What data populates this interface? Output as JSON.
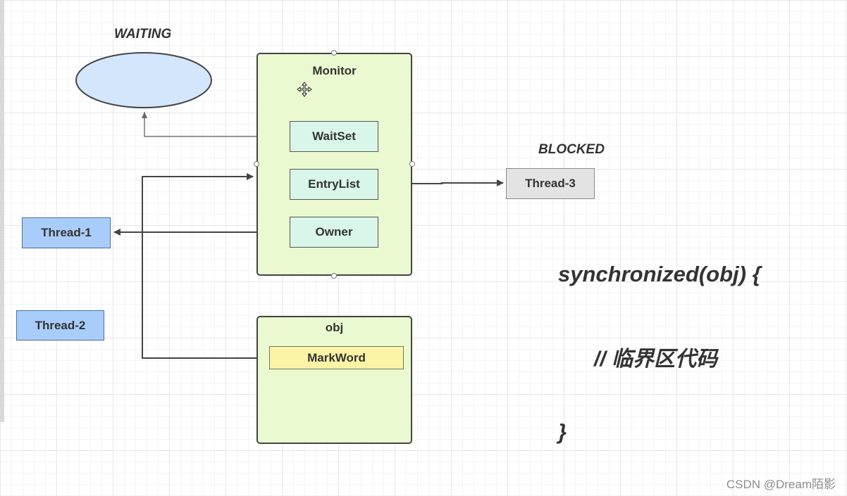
{
  "states": {
    "waiting": "WAITING",
    "blocked": "BLOCKED"
  },
  "monitor": {
    "title": "Monitor",
    "wait_set": "WaitSet",
    "entry_list": "EntryList",
    "owner": "Owner"
  },
  "obj": {
    "title": "obj",
    "mark_word": "MarkWord"
  },
  "threads": {
    "thread1": "Thread-1",
    "thread2": "Thread-2",
    "thread3": "Thread-3"
  },
  "code": {
    "line1": "synchronized(obj) {",
    "line2": "// 临界区代码",
    "line3": "}"
  },
  "watermark": "CSDN @Dream陌影",
  "colors": {
    "monitor_fill": "#eaf9cf",
    "inner_fill": "#d9f6ea",
    "thread_blue": "#a9cdfa",
    "thread_gray": "#e3e3e3",
    "markword_fill": "#fbf4a4",
    "waiting_ellipse": "#d4e6fc"
  },
  "icons": {
    "cursor": "move-cursor-icon"
  }
}
